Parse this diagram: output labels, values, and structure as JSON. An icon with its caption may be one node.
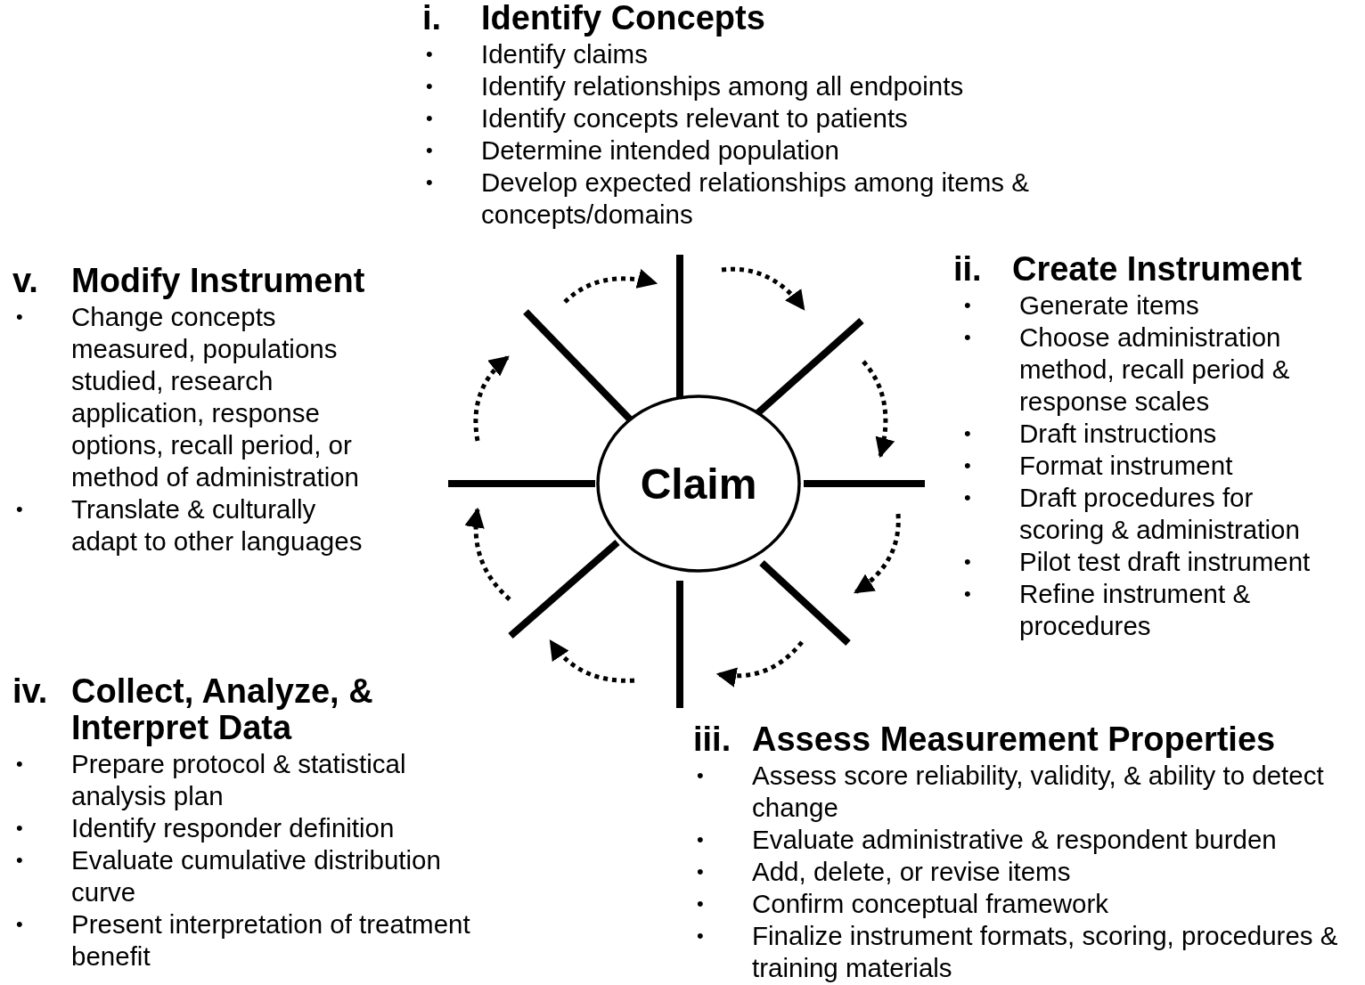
{
  "diagram": {
    "nodes": [
      {
        "text": [
          "Claim"
        ]
      }
    ],
    "labels": [
      "i.",
      "Identify Concepts",
      "•",
      "Identify claims",
      "•",
      "Identify relationships among all endpoints",
      "•",
      "Identify concepts relevant to patients",
      "•",
      "Determine intended population",
      "•",
      "Develop expected relationships among items & concepts/domains",
      "v.",
      "Modify Instrument",
      "•",
      "Change concepts measured, populations studied, research application, response options, recall period, or method of administration",
      "•",
      "Translate & culturally adapt to other languages",
      "ii.",
      "Create Instrument",
      "•",
      "Generate items",
      "•",
      "Choose administration method, recall period & response scales",
      "•",
      "Draft instructions",
      "•",
      "Format instrument",
      "•",
      "Draft procedures for scoring & administration",
      "•",
      "Pilot test draft instrument",
      "•",
      "Refine instrument & procedures",
      "iv.",
      "Collect, Analyze, & Interpret Data",
      "•",
      "Prepare protocol & statistical analysis plan",
      "•",
      "Identify responder definition",
      "•",
      "Evaluate cumulative distribution curve",
      "•",
      "Present interpretation of treatment benefit",
      "iii.",
      "Assess Measurement Properties",
      "•",
      "Assess score reliability, validity, & ability to detect change",
      "•",
      "Evaluate administrative & respondent burden",
      "•",
      "Add, delete, or revise items",
      "•",
      "Confirm conceptual framework",
      "•",
      "Finalize instrument formats, scoring, procedures & training materials"
    ]
  }
}
